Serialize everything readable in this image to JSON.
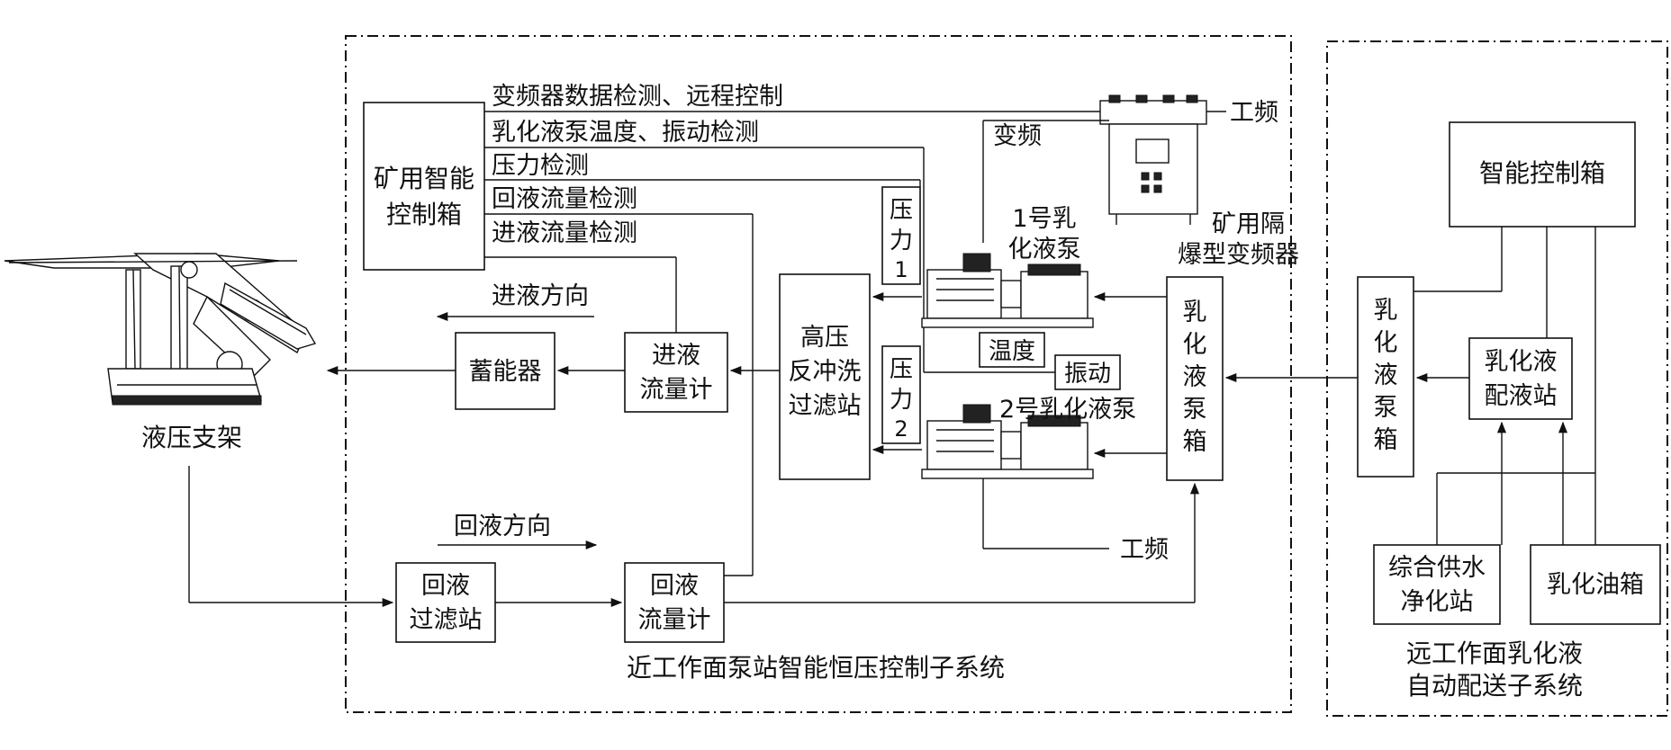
{
  "near_system": {
    "caption": "近工作面泵站智能恒压控制子系统",
    "smart_box": [
      "矿用智能",
      "控制箱"
    ],
    "signals": {
      "vfd": "变频器数据检测、远程控制",
      "pump_temp_vib": "乳化液泵温度、振动检测",
      "pressure": "压力检测",
      "return_flow": "回液流量检测",
      "inlet_flow": "进液流量检测"
    },
    "inlet_direction": "进液方向",
    "return_direction": "回液方向",
    "accumulator": "蓄能器",
    "inlet_meter": [
      "进液",
      "流量计"
    ],
    "return_filter": [
      "回液",
      "过滤站"
    ],
    "return_meter": [
      "回液",
      "流量计"
    ],
    "hp_filter": [
      "高压",
      "反冲洗",
      "过滤站"
    ],
    "pressure1": [
      "压",
      "力",
      "1"
    ],
    "pressure2": [
      "压",
      "力",
      "2"
    ],
    "pump1": [
      "1号乳",
      "化液泵"
    ],
    "pump2": "2号乳化液泵",
    "temperature": "温度",
    "vibration": "振动",
    "vf_label": "变频",
    "power_freq_top": "工频",
    "power_freq_bottom": "工频",
    "inverter": [
      "矿用隔",
      "爆型变频器"
    ],
    "pump_tank": [
      "乳",
      "化",
      "液",
      "泵",
      "箱"
    ]
  },
  "far_system": {
    "caption": [
      "远工作面乳化液",
      "自动配送子系统"
    ],
    "smart_box": "智能控制箱",
    "pump_tank": [
      "乳",
      "化",
      "液",
      "泵",
      "箱"
    ],
    "mixing_station": [
      "乳化液",
      "配液站"
    ],
    "water_station": [
      "综合供水",
      "净化站"
    ],
    "oil_tank": "乳化油箱"
  },
  "support": {
    "label": "液压支架"
  },
  "colors": {
    "line": "#111111",
    "background": "#ffffff"
  }
}
